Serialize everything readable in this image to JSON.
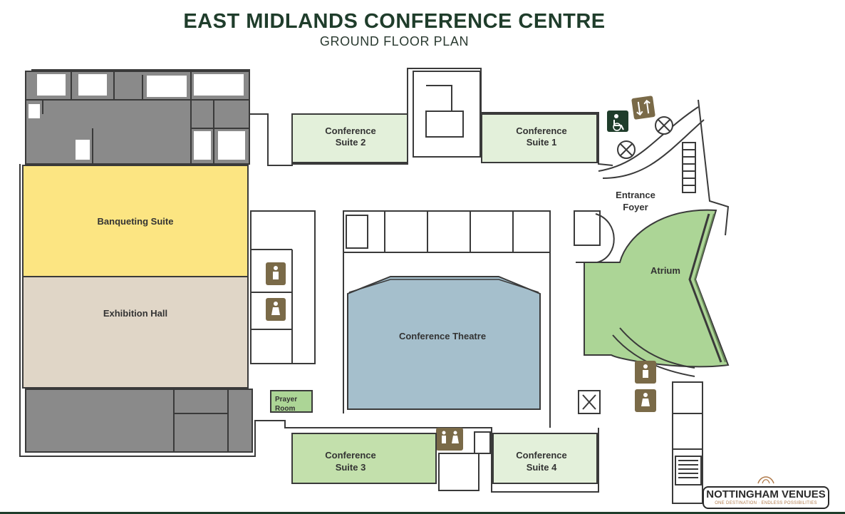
{
  "header": {
    "title": "EAST MIDLANDS CONFERENCE CENTRE",
    "subtitle": "GROUND FLOOR PLAN"
  },
  "rooms": {
    "conference_suite_2": [
      "Conference",
      "Suite 2"
    ],
    "conference_suite_1": [
      "Conference",
      "Suite 1"
    ],
    "banqueting_suite": "Banqueting Suite",
    "exhibition_hall": "Exhibition Hall",
    "conference_theatre": "Conference Theatre",
    "entrance_foyer": [
      "Entrance",
      "Foyer"
    ],
    "atrium": "Atrium",
    "prayer_room": [
      "Prayer",
      "Room"
    ],
    "conference_suite_3": [
      "Conference",
      "Suite 3"
    ],
    "conference_suite_4": [
      "Conference",
      "Suite 4"
    ]
  },
  "icons": {
    "accessible_entrance": "wheelchair-icon",
    "lift": "lift-icon",
    "toilets": "toilet-icon",
    "revolving_door": "revolving-door-icon"
  },
  "logo": {
    "name": "NOTTINGHAM VENUES",
    "tagline": "ONE DESTINATION · ENDLESS POSSIBILITIES"
  },
  "colors": {
    "title": "#1f3d2b",
    "service_areas": "#8a8a8a",
    "banqueting_suite": "#fce582",
    "exhibition_hall": "#e0d6c7",
    "conference_theatre": "#a5bfcc",
    "conference_suites_light": "#e3f0da",
    "conference_suite_3": "#c3e0ac",
    "atrium": "#acd596",
    "icon_tile": "#7a6a48",
    "walls": "#3a3a3a"
  }
}
